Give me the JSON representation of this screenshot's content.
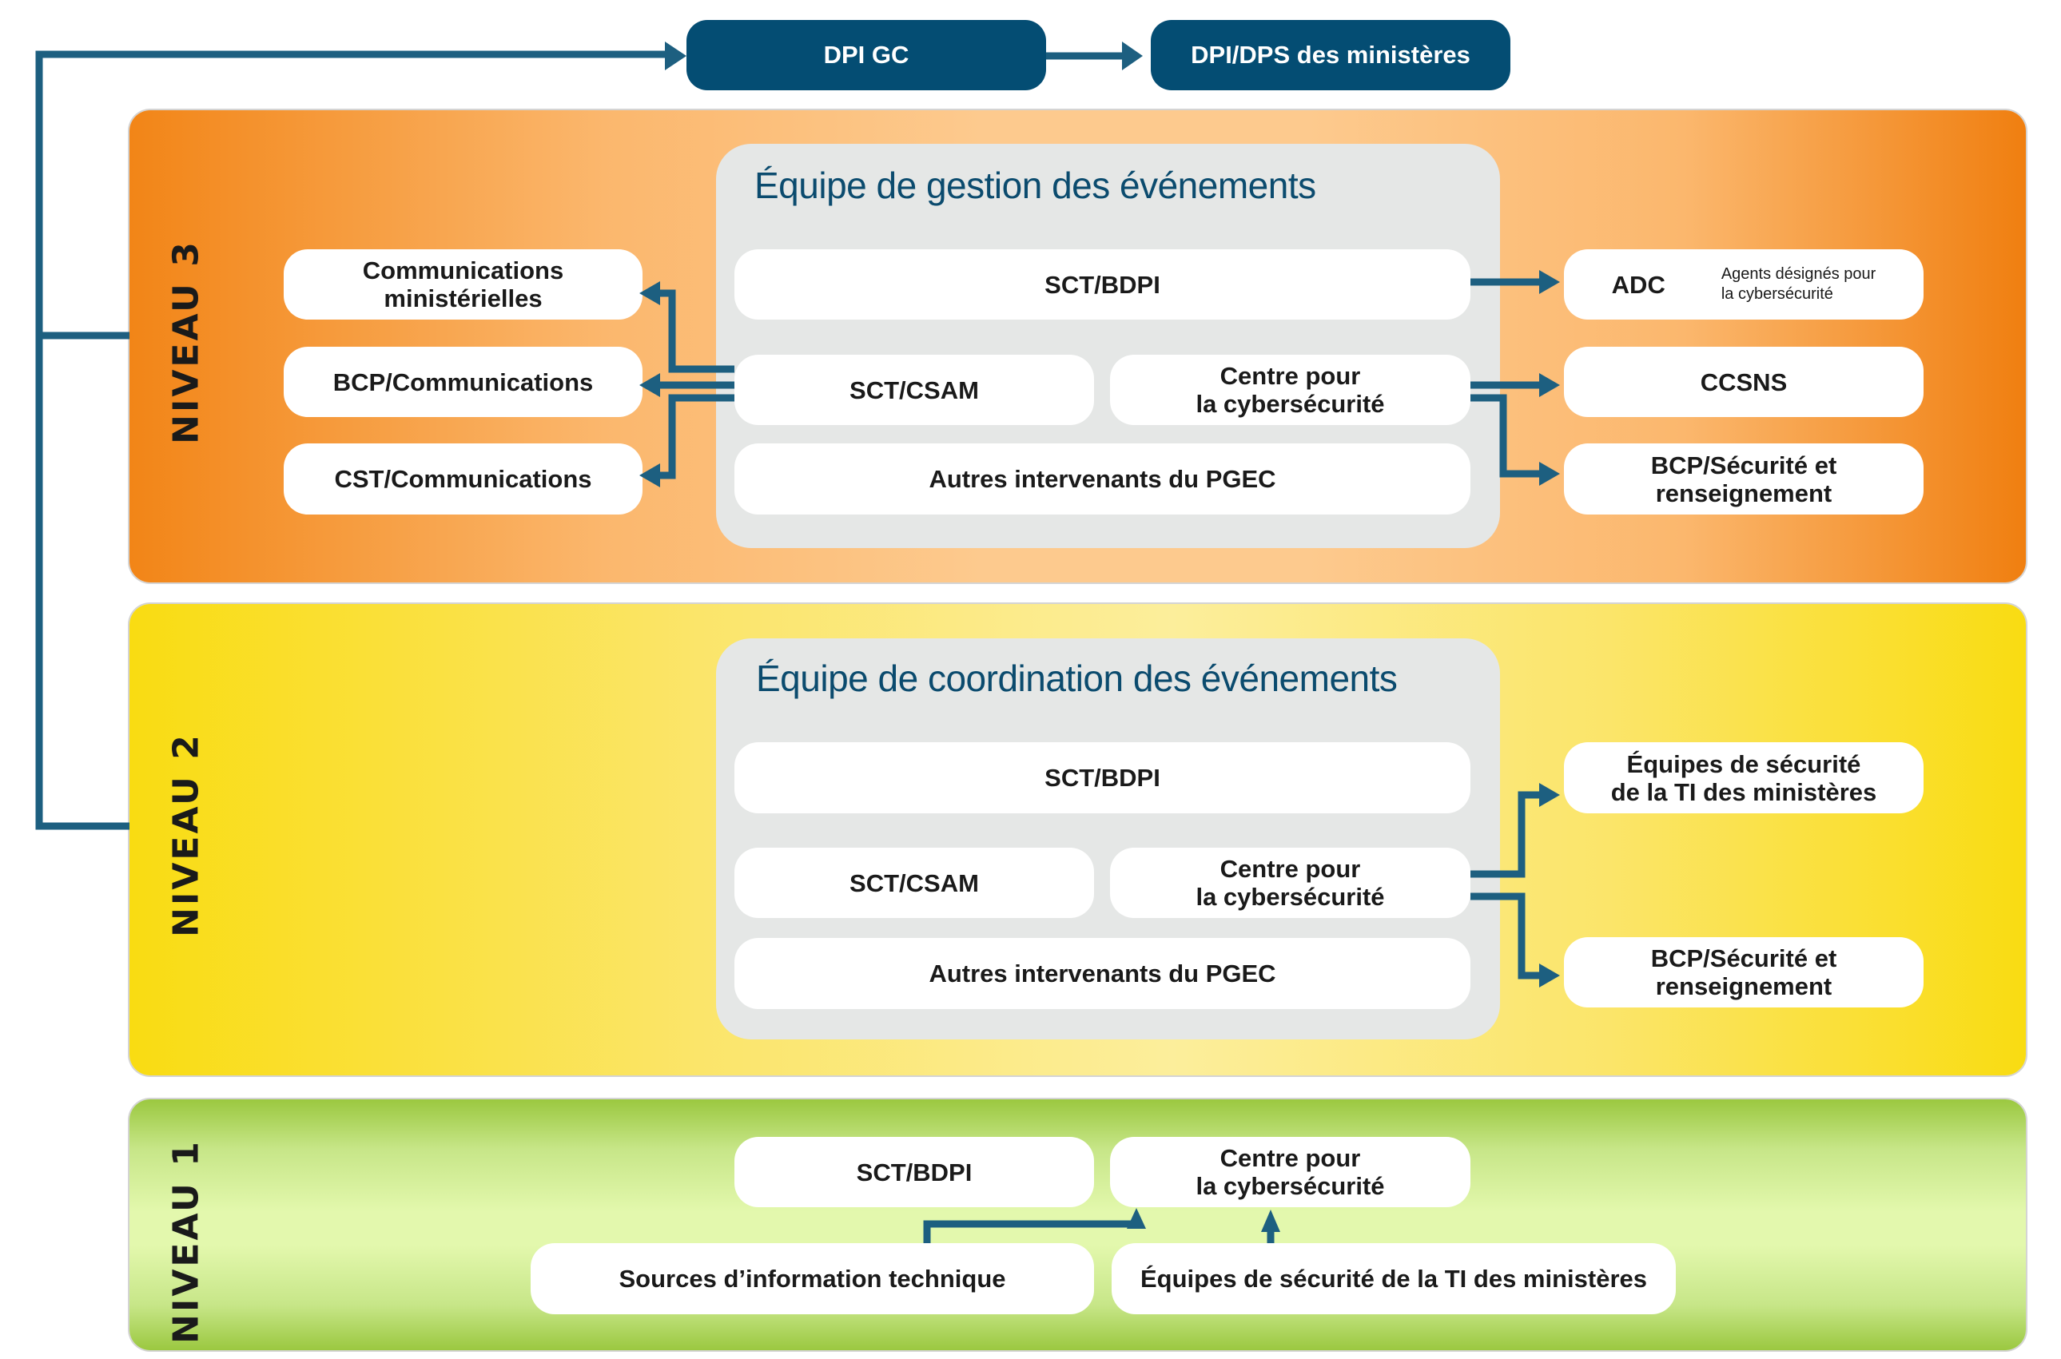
{
  "top": {
    "dpi_gc": "DPI GC",
    "dpi_dps": "DPI/DPS des ministères"
  },
  "colors": {
    "connector": "#1d5f80",
    "top_box": "#044d73",
    "panel_title": "#0b4b6e"
  },
  "levels": {
    "niveau3": {
      "label": "NIVEAU 3",
      "panel_title": "Équipe de gestion des événements",
      "left_boxes": [
        {
          "line1": "Communications",
          "line2": "ministérielles"
        },
        {
          "line1": "BCP/Communications",
          "line2": ""
        },
        {
          "line1": "CST/Communications",
          "line2": ""
        }
      ],
      "panel_boxes": {
        "sct_bdpi": "SCT/BDPI",
        "sct_csam": "SCT/CSAM",
        "centre_line1": "Centre pour",
        "centre_line2": "la cybersécurité",
        "autres": "Autres intervenants du PGEC"
      },
      "right_boxes": {
        "adc_abbr": "ADC",
        "adc_desc_line1": "Agents désignés pour",
        "adc_desc_line2": "la cybersécurité",
        "ccsns": "CCSNS",
        "bcp_line1": "BCP/Sécurité et",
        "bcp_line2": "renseignement"
      }
    },
    "niveau2": {
      "label": "NIVEAU 2",
      "panel_title": "Équipe de coordination des événements",
      "panel_boxes": {
        "sct_bdpi": "SCT/BDPI",
        "sct_csam": "SCT/CSAM",
        "centre_line1": "Centre pour",
        "centre_line2": "la cybersécurité",
        "autres": "Autres intervenants du PGEC"
      },
      "right_boxes": {
        "equipes_line1": "Équipes de sécurité",
        "equipes_line2": "de la TI des ministères",
        "bcp_line1": "BCP/Sécurité et",
        "bcp_line2": "renseignement"
      }
    },
    "niveau1": {
      "label": "NIVEAU 1",
      "sct_bdpi": "SCT/BDPI",
      "centre_line1": "Centre pour",
      "centre_line2": "la cybersécurité",
      "sources": "Sources d’information technique",
      "equipes": "Équipes de sécurité de la TI des ministères"
    }
  }
}
